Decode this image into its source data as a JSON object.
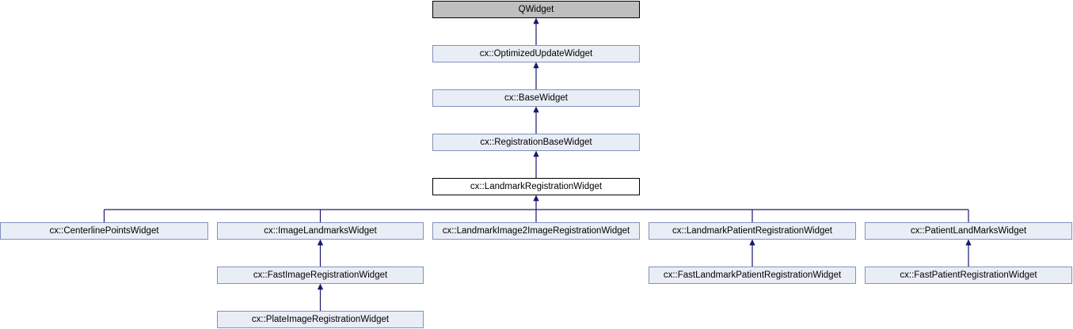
{
  "colors": {
    "edge": "#191970",
    "class_fill": "#E9EEF6",
    "class_border": "#8291BC",
    "current_fill": "#FFFFFF",
    "current_border": "#000000",
    "external_fill": "#BFBFBF",
    "external_border": "#000000",
    "background": "#FFFFFF"
  },
  "nodes": {
    "qwidget": {
      "label": "QWidget",
      "style": "external"
    },
    "optimized_update": {
      "label": "cx::OptimizedUpdateWidget",
      "style": "documented"
    },
    "base": {
      "label": "cx::BaseWidget",
      "style": "documented"
    },
    "registration_base": {
      "label": "cx::RegistrationBaseWidget",
      "style": "documented"
    },
    "landmark_registration": {
      "label": "cx::LandmarkRegistrationWidget",
      "style": "current"
    },
    "centerline_points": {
      "label": "cx::CenterlinePointsWidget",
      "style": "documented"
    },
    "image_landmarks": {
      "label": "cx::ImageLandmarksWidget",
      "style": "documented"
    },
    "landmark_image2image": {
      "label": "cx::LandmarkImage2ImageRegistrationWidget",
      "style": "documented"
    },
    "landmark_patient": {
      "label": "cx::LandmarkPatientRegistrationWidget",
      "style": "documented"
    },
    "patient_landmarks": {
      "label": "cx::PatientLandMarksWidget",
      "style": "documented"
    },
    "fast_image": {
      "label": "cx::FastImageRegistrationWidget",
      "style": "documented"
    },
    "fast_landmark_patient": {
      "label": "cx::FastLandmarkPatientRegistrationWidget",
      "style": "documented"
    },
    "fast_patient": {
      "label": "cx::FastPatientRegistrationWidget",
      "style": "documented"
    },
    "plate_image": {
      "label": "cx::PlateImageRegistrationWidget",
      "style": "documented"
    }
  }
}
